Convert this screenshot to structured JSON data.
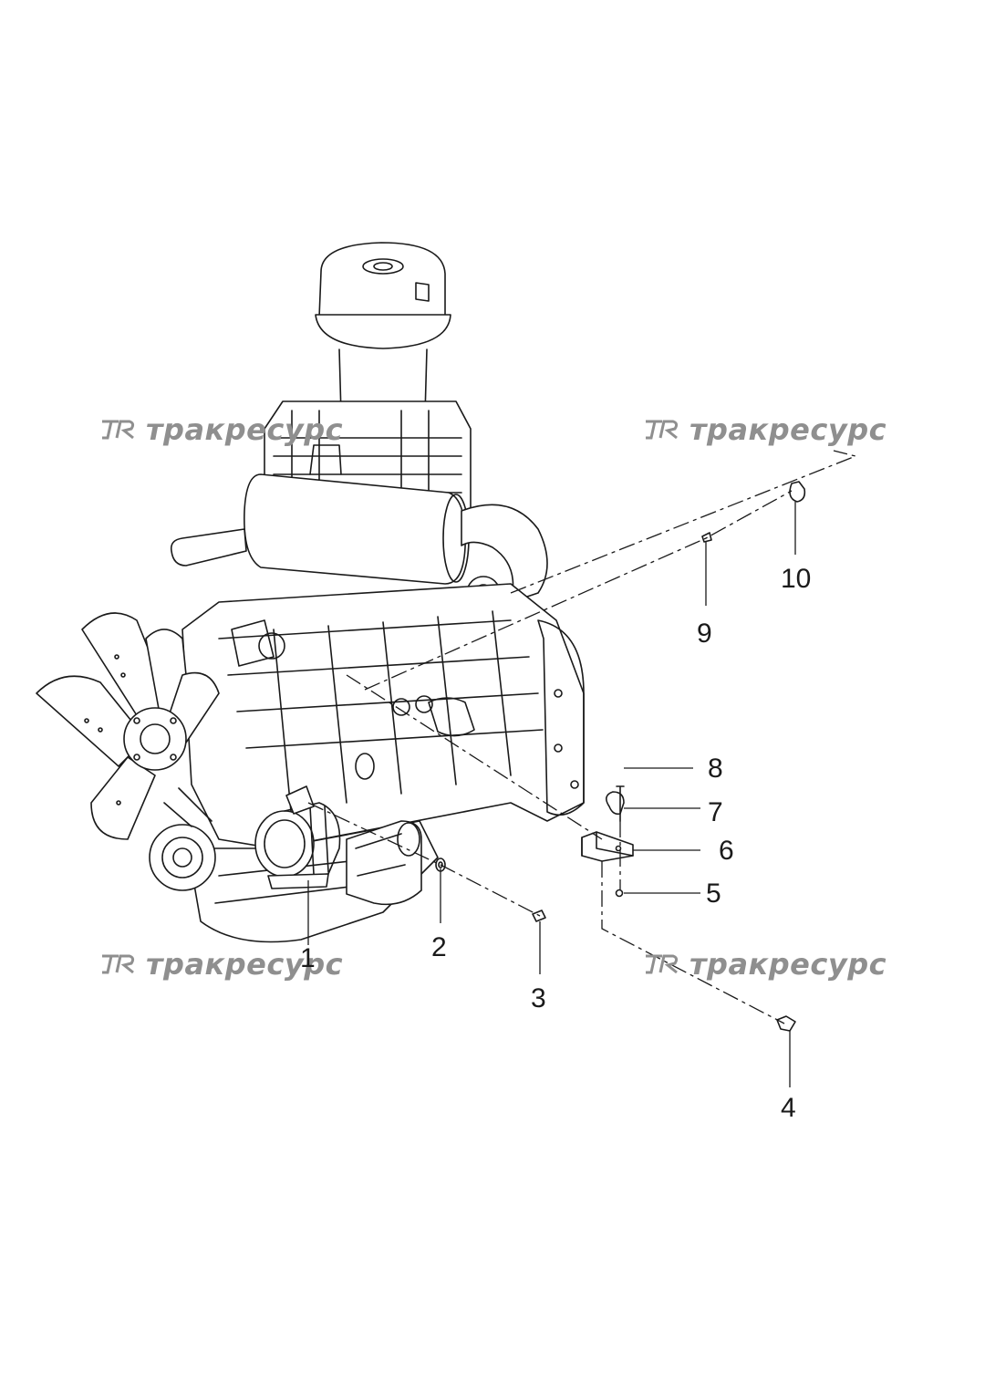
{
  "watermark": {
    "text": "тракресурс",
    "logo": "tr-logo"
  },
  "callouts": [
    {
      "id": "c1",
      "label": "1"
    },
    {
      "id": "c2",
      "label": "2"
    },
    {
      "id": "c3",
      "label": "3"
    },
    {
      "id": "c4",
      "label": "4"
    },
    {
      "id": "c5",
      "label": "5"
    },
    {
      "id": "c6",
      "label": "6"
    },
    {
      "id": "c7",
      "label": "7"
    },
    {
      "id": "c8",
      "label": "8"
    },
    {
      "id": "c9",
      "label": "9"
    },
    {
      "id": "c10",
      "label": "10"
    }
  ],
  "colors": {
    "line": "#1a1a1a",
    "watermark": "#8f8f8f",
    "background": "#ffffff"
  }
}
